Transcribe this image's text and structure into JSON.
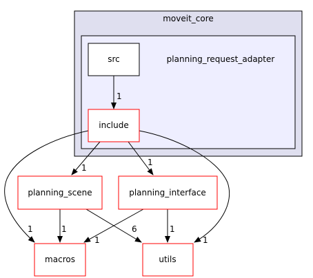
{
  "clusters": {
    "outer": {
      "label": "moveit_core",
      "fill": "#dfdfef",
      "stroke": "#000000"
    },
    "inner": {
      "label": "planning_request_adapter",
      "fill": "#eeeeff",
      "stroke": "#000000"
    }
  },
  "nodes": {
    "src": {
      "label": "src",
      "stroke": "#000000"
    },
    "include": {
      "label": "include",
      "stroke": "#ff0000"
    },
    "planning_scene": {
      "label": "planning_scene",
      "stroke": "#ff0000"
    },
    "planning_interface": {
      "label": "planning_interface",
      "stroke": "#ff0000"
    },
    "macros": {
      "label": "macros",
      "stroke": "#ff0000"
    },
    "utils": {
      "label": "utils",
      "stroke": "#ff0000"
    }
  },
  "edges": [
    {
      "from": "src",
      "to": "include",
      "label": "1"
    },
    {
      "from": "include",
      "to": "planning_scene",
      "label": "1"
    },
    {
      "from": "include",
      "to": "planning_interface",
      "label": "1"
    },
    {
      "from": "include",
      "to": "macros",
      "label": "1"
    },
    {
      "from": "include",
      "to": "utils",
      "label": "1"
    },
    {
      "from": "planning_scene",
      "to": "macros",
      "label": "1"
    },
    {
      "from": "planning_scene",
      "to": "utils",
      "label": "6"
    },
    {
      "from": "planning_interface",
      "to": "macros",
      "label": "1"
    },
    {
      "from": "planning_interface",
      "to": "utils",
      "label": "1"
    }
  ]
}
